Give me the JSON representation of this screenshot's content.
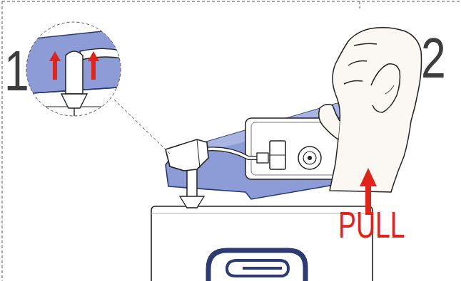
{
  "diagram": {
    "labels": [
      "1",
      "2",
      "PULL"
    ]
  }
}
